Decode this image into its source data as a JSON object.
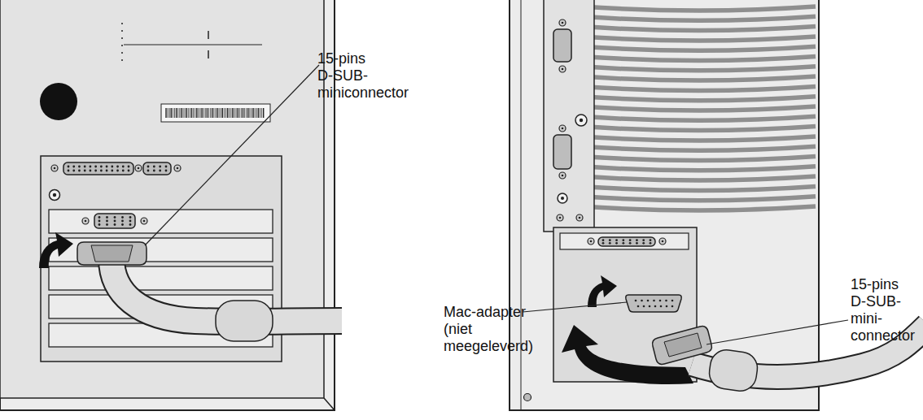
{
  "diagram": {
    "labels": [
      "15-pins D-SUB- miniconnector",
      "15-pins D-SUB- mini- connector",
      "Mac-adapter (niet meegeleverd)"
    ]
  }
}
